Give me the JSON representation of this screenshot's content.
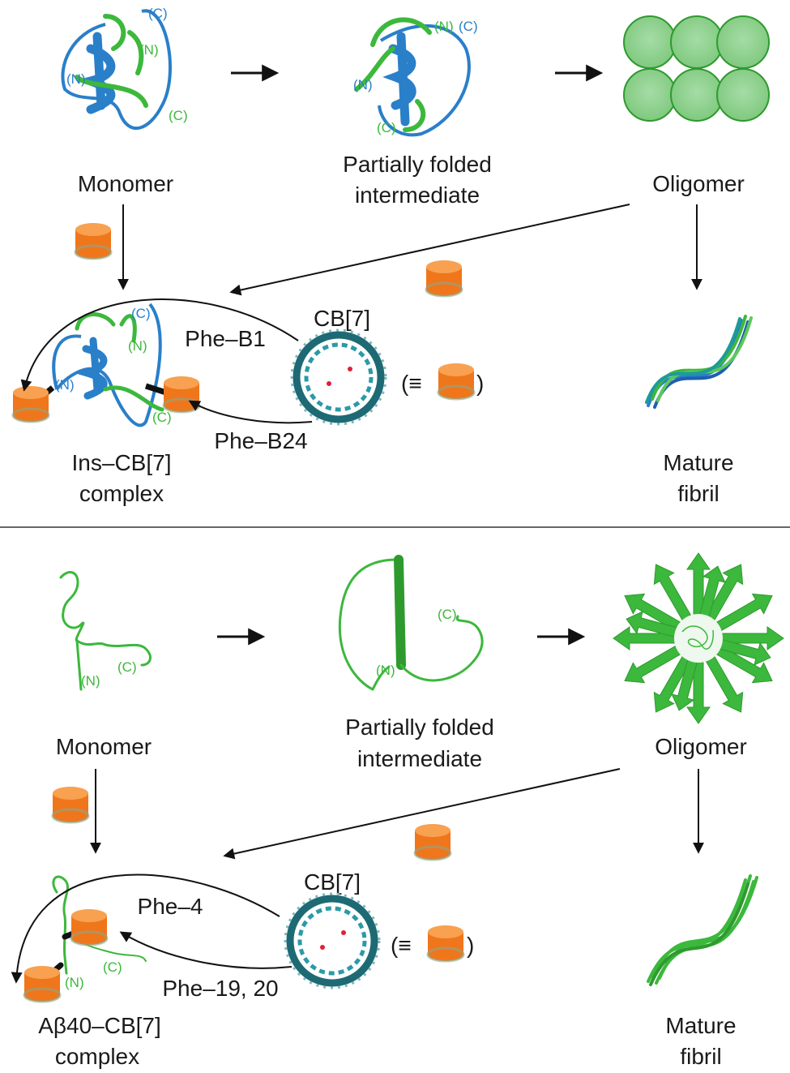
{
  "top_panel": {
    "monomer_label": "Monomer",
    "intermediate_label_line1": "Partially folded",
    "intermediate_label_line2": "intermediate",
    "oligomer_label": "Oligomer",
    "cb7_label": "CB[7]",
    "phe_upper_label": "Phe–B1",
    "phe_lower_label": "Phe–B24",
    "complex_label_line1": "Ins–CB[7]",
    "complex_label_line2": "complex",
    "fibril_label_line1": "Mature",
    "fibril_label_line2": "fibril",
    "equiv_open": "(≡",
    "equiv_close": ")",
    "termini": {
      "n": "(N)",
      "c": "(C)"
    }
  },
  "bottom_panel": {
    "monomer_label": "Monomer",
    "intermediate_label_line1": "Partially folded",
    "intermediate_label_line2": "intermediate",
    "oligomer_label": "Oligomer",
    "cb7_label": "CB[7]",
    "phe_upper_label": "Phe–4",
    "phe_lower_label": "Phe–19, 20",
    "complex_label_line1": "Aβ40–CB[7]",
    "complex_label_line2": "complex",
    "fibril_label_line1": "Mature",
    "fibril_label_line2": "fibril",
    "equiv_open": "(≡",
    "equiv_close": ")",
    "termini": {
      "n": "(N)",
      "c": "(C)"
    }
  },
  "colors": {
    "green": "#3cb83c",
    "blue": "#2a7fc9",
    "cb7_orange": "#f47a20",
    "oligomer_fill": "#8fd18f",
    "arrow": "#111111"
  }
}
